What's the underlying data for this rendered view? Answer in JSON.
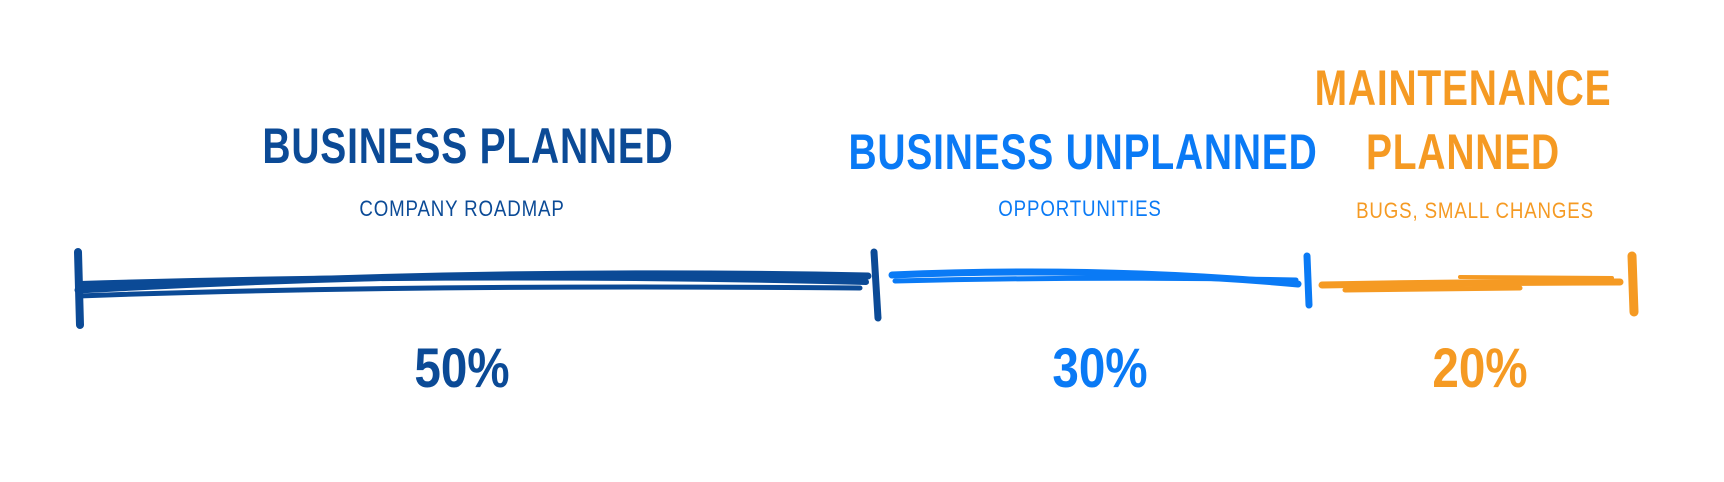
{
  "segments": [
    {
      "title": "Business Planned",
      "subtitle": "Company roadmap",
      "percent_label": "50%",
      "percent": 50,
      "color": "#0B4A96"
    },
    {
      "title": "Business Unplanned",
      "subtitle": "Opportunities",
      "percent_label": "30%",
      "percent": 30,
      "color": "#0A7AF5"
    },
    {
      "title_line1": "Maintenance",
      "title_line2": "Planned",
      "subtitle": "Bugs, small changes",
      "percent_label": "20%",
      "percent": 20,
      "color": "#F59A23"
    }
  ]
}
